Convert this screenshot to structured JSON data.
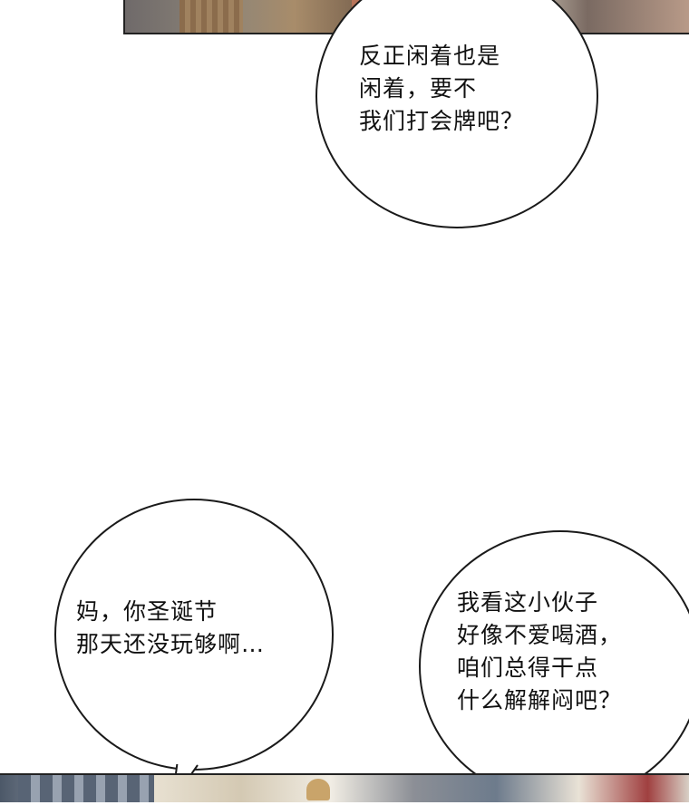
{
  "panels": {
    "top": {
      "art": "interior-scene-partial"
    },
    "bottom": {
      "art": "interior-scene-partial"
    }
  },
  "bubbles": [
    {
      "text": "反正闲着也是\n闲着，要不\n我们打会牌吧？"
    },
    {
      "text": "妈，你圣诞节\n那天还没玩够啊…"
    },
    {
      "text": "我看这小伙子\n好像不爱喝酒，\n咱们总得干点\n什么解解闷吧？"
    }
  ],
  "colors": {
    "bubble_fill": "#ffffff",
    "bubble_outline": "#1a1a1a",
    "text": "#111111",
    "background": "#ffffff"
  }
}
